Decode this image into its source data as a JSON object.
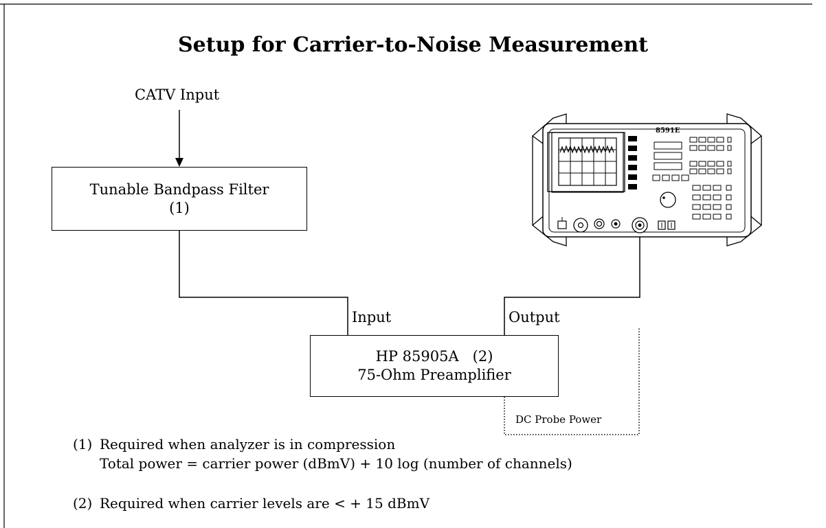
{
  "title": "Setup for Carrier-to-Noise Measurement",
  "input_label": "CATV Input",
  "filter": {
    "line1": "Tunable Bandpass Filter",
    "line2": "(1)"
  },
  "preamp": {
    "line1": "HP 85905A   (2)",
    "line2": "75-Ohm Preamplifier"
  },
  "preamp_input_label": "Input",
  "preamp_output_label": "Output",
  "dc_probe_label": "DC Probe Power",
  "analyzer": {
    "model": "8591E"
  },
  "notes": {
    "note1_num": "(1)",
    "note1_line1": "Required when analyzer is in compression",
    "note1_line2": "Total power = carrier power (dBmV) + 10 log (number of channels)",
    "note2_num": "(2)",
    "note2_line1": "Required when carrier levels are < + 15 dBmV"
  }
}
